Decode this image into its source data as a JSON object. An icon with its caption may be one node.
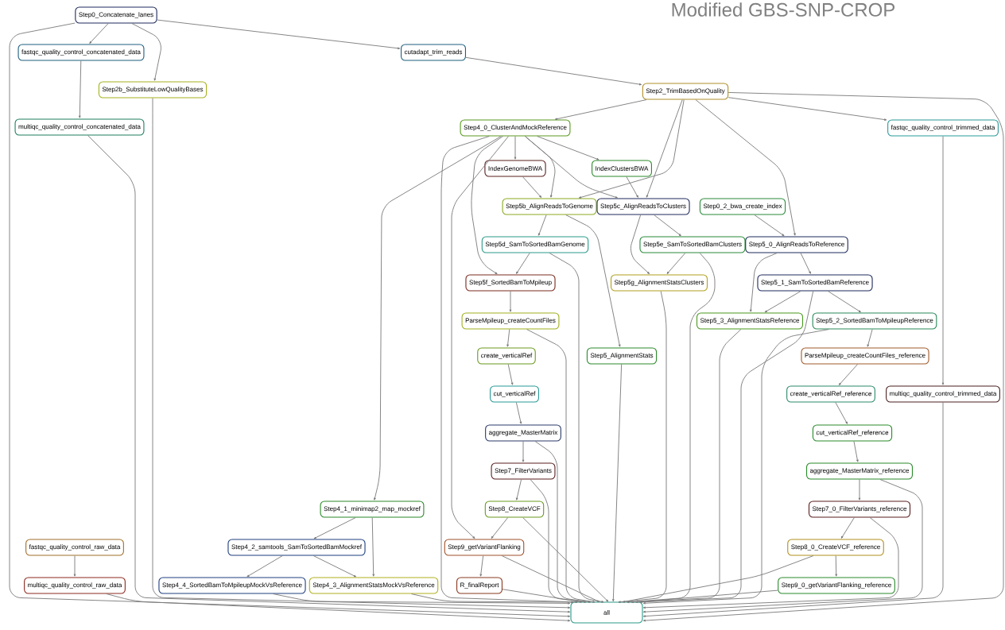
{
  "diagram": {
    "title": "Modified GBS-SNP-CROP",
    "nodes": [
      {
        "text": [
          "Step0_Concatenate_lanes"
        ]
      },
      {
        "text": [
          "fastqc_quality_control_concatenated_data"
        ]
      },
      {
        "text": [
          "cutadapt_trim_reads"
        ]
      },
      {
        "text": [
          "Step2b_SubstituteLowQualityBases"
        ]
      },
      {
        "text": [
          "Step2_TrimBasedOnQuality"
        ]
      },
      {
        "text": [
          "multiqc_quality_control_concatenated_data"
        ]
      },
      {
        "text": [
          "Step4_0_ClusterAndMockReference"
        ]
      },
      {
        "text": [
          "fastqc_quality_control_trimmed_data"
        ]
      },
      {
        "text": [
          "IndexGenomeBWA"
        ]
      },
      {
        "text": [
          "IndexClustersBWA"
        ]
      },
      {
        "text": [
          "Step5b_AlignReadsToGenome"
        ]
      },
      {
        "text": [
          "Step5c_AlignReadsToClusters"
        ]
      },
      {
        "text": [
          "Step0_2_bwa_create_index"
        ]
      },
      {
        "text": [
          "Step5d_SamToSortedBamGenome"
        ]
      },
      {
        "text": [
          "Step5e_SamToSortedBamClusters"
        ]
      },
      {
        "text": [
          "Step5_0_AlignReadsToReference"
        ]
      },
      {
        "text": [
          "Step5f_SortedBamToMpileup"
        ]
      },
      {
        "text": [
          "Step5g_AlignmentStatsClusters"
        ]
      },
      {
        "text": [
          "Step5_1_SamToSortedBamReference"
        ]
      },
      {
        "text": [
          "ParseMpileup_createCountFiles"
        ]
      },
      {
        "text": [
          "Step5_3_AlignmentStatsReference"
        ]
      },
      {
        "text": [
          "Step5_2_SortedBamToMpileupReference"
        ]
      },
      {
        "text": [
          "create_verticalRef"
        ]
      },
      {
        "text": [
          "Step5_AlignmentStats"
        ]
      },
      {
        "text": [
          "ParseMpileup_createCountFiles_reference"
        ]
      },
      {
        "text": [
          "cut_verticalRef"
        ]
      },
      {
        "text": [
          "create_verticalRef_reference"
        ]
      },
      {
        "text": [
          "multiqc_quality_control_trimmed_data"
        ]
      },
      {
        "text": [
          "aggregate_MasterMatrix"
        ]
      },
      {
        "text": [
          "cut_verticalRef_reference"
        ]
      },
      {
        "text": [
          "Step7_FilterVariants"
        ]
      },
      {
        "text": [
          "aggregate_MasterMatrix_reference"
        ]
      },
      {
        "text": [
          "Step4_1_minimap2_map_mockref"
        ]
      },
      {
        "text": [
          "Step8_CreateVCF"
        ]
      },
      {
        "text": [
          "Step7_0_FilterVariants_reference"
        ]
      },
      {
        "text": [
          "fastqc_quality_control_raw_data"
        ]
      },
      {
        "text": [
          "Step4_2_samtools_SamToSortedBamMockref"
        ]
      },
      {
        "text": [
          "Step9_getVariantFlanking"
        ]
      },
      {
        "text": [
          "Step8_0_CreateVCF_reference"
        ]
      },
      {
        "text": [
          "multiqc_quality_control_raw_data"
        ]
      },
      {
        "text": [
          "Step4_4_SortedBamToMpileupMockVsReference"
        ]
      },
      {
        "text": [
          "Step4_3_AlignmentStatsMockVsReference"
        ]
      },
      {
        "text": [
          "R_finalReport"
        ]
      },
      {
        "text": [
          "Step9_0_getVariantFlanking_reference"
        ]
      },
      {
        "text": [
          "all"
        ]
      }
    ],
    "edges": [
      {
        "from": 0,
        "to": 1,
        "arrow": "to"
      },
      {
        "from": 0,
        "to": 3,
        "arrow": "to"
      },
      {
        "from": 0,
        "to": 2,
        "arrow": "to"
      },
      {
        "from": 0,
        "to": 44,
        "arrow": "to"
      },
      {
        "from": 1,
        "to": 5,
        "arrow": "to"
      },
      {
        "from": 2,
        "to": 4,
        "arrow": "to"
      },
      {
        "from": 3,
        "to": 44,
        "arrow": "to"
      },
      {
        "from": 5,
        "to": 44,
        "arrow": "to"
      },
      {
        "from": 4,
        "to": 6,
        "arrow": "to"
      },
      {
        "from": 4,
        "to": 10,
        "arrow": "to"
      },
      {
        "from": 4,
        "to": 11,
        "arrow": "to"
      },
      {
        "from": 4,
        "to": 15,
        "arrow": "to"
      },
      {
        "from": 4,
        "to": 7,
        "arrow": "to"
      },
      {
        "from": 4,
        "to": 44,
        "arrow": "to"
      },
      {
        "from": 6,
        "to": 8,
        "arrow": "to"
      },
      {
        "from": 6,
        "to": 9,
        "arrow": "to"
      },
      {
        "from": 6,
        "to": 10,
        "arrow": "to"
      },
      {
        "from": 6,
        "to": 11,
        "arrow": "to"
      },
      {
        "from": 6,
        "to": 16,
        "arrow": "to"
      },
      {
        "from": 6,
        "to": 32,
        "arrow": "to"
      },
      {
        "from": 6,
        "to": 37,
        "arrow": "to"
      },
      {
        "from": 6,
        "to": 44,
        "arrow": "to"
      },
      {
        "from": 7,
        "to": 27,
        "arrow": "to"
      },
      {
        "from": 8,
        "to": 10,
        "arrow": "to"
      },
      {
        "from": 9,
        "to": 11,
        "arrow": "to"
      },
      {
        "from": 10,
        "to": 13,
        "arrow": "to"
      },
      {
        "from": 10,
        "to": 23,
        "arrow": "to"
      },
      {
        "from": 11,
        "to": 14,
        "arrow": "to"
      },
      {
        "from": 11,
        "to": 17,
        "arrow": "to"
      },
      {
        "from": 12,
        "to": 15,
        "arrow": "to"
      },
      {
        "from": 13,
        "to": 16,
        "arrow": "to"
      },
      {
        "from": 13,
        "to": 44,
        "arrow": "to"
      },
      {
        "from": 14,
        "to": 17,
        "arrow": "to"
      },
      {
        "from": 14,
        "to": 44,
        "arrow": "to"
      },
      {
        "from": 15,
        "to": 18,
        "arrow": "to"
      },
      {
        "from": 15,
        "to": 20,
        "arrow": "to"
      },
      {
        "from": 16,
        "to": 19,
        "arrow": "to"
      },
      {
        "from": 17,
        "to": 44,
        "arrow": "to"
      },
      {
        "from": 18,
        "to": 20,
        "arrow": "to"
      },
      {
        "from": 18,
        "to": 21,
        "arrow": "to"
      },
      {
        "from": 18,
        "to": 44,
        "arrow": "to"
      },
      {
        "from": 19,
        "to": 22,
        "arrow": "to"
      },
      {
        "from": 19,
        "to": 44,
        "arrow": "to"
      },
      {
        "from": 20,
        "to": 44,
        "arrow": "to"
      },
      {
        "from": 21,
        "to": 24,
        "arrow": "to"
      },
      {
        "from": 21,
        "to": 44,
        "arrow": "to"
      },
      {
        "from": 22,
        "to": 25,
        "arrow": "to"
      },
      {
        "from": 23,
        "to": 44,
        "arrow": "to"
      },
      {
        "from": 24,
        "to": 26,
        "arrow": "to"
      },
      {
        "from": 25,
        "to": 28,
        "arrow": "to"
      },
      {
        "from": 26,
        "to": 29,
        "arrow": "to"
      },
      {
        "from": 27,
        "to": 44,
        "arrow": "to"
      },
      {
        "from": 28,
        "to": 30,
        "arrow": "to"
      },
      {
        "from": 28,
        "to": 44,
        "arrow": "to"
      },
      {
        "from": 29,
        "to": 31,
        "arrow": "to"
      },
      {
        "from": 30,
        "to": 33,
        "arrow": "to"
      },
      {
        "from": 30,
        "to": 44,
        "arrow": "to"
      },
      {
        "from": 31,
        "to": 34,
        "arrow": "to"
      },
      {
        "from": 31,
        "to": 44,
        "arrow": "to"
      },
      {
        "from": 32,
        "to": 36,
        "arrow": "to"
      },
      {
        "from": 32,
        "to": 41,
        "arrow": "to"
      },
      {
        "from": 33,
        "to": 37,
        "arrow": "to"
      },
      {
        "from": 33,
        "to": 44,
        "arrow": "to"
      },
      {
        "from": 34,
        "to": 38,
        "arrow": "to"
      },
      {
        "from": 34,
        "to": 44,
        "arrow": "to"
      },
      {
        "from": 35,
        "to": 39,
        "arrow": "to"
      },
      {
        "from": 36,
        "to": 40,
        "arrow": "to"
      },
      {
        "from": 36,
        "to": 41,
        "arrow": "to"
      },
      {
        "from": 37,
        "to": 42,
        "arrow": "to"
      },
      {
        "from": 37,
        "to": 44,
        "arrow": "to"
      },
      {
        "from": 38,
        "to": 43,
        "arrow": "to"
      },
      {
        "from": 38,
        "to": 44,
        "arrow": "to"
      },
      {
        "from": 39,
        "to": 44,
        "arrow": "to"
      },
      {
        "from": 40,
        "to": 44,
        "arrow": "to"
      },
      {
        "from": 41,
        "to": 44,
        "arrow": "to"
      },
      {
        "from": 42,
        "to": 44,
        "arrow": "to"
      },
      {
        "from": 43,
        "to": 44,
        "arrow": "to"
      }
    ]
  }
}
